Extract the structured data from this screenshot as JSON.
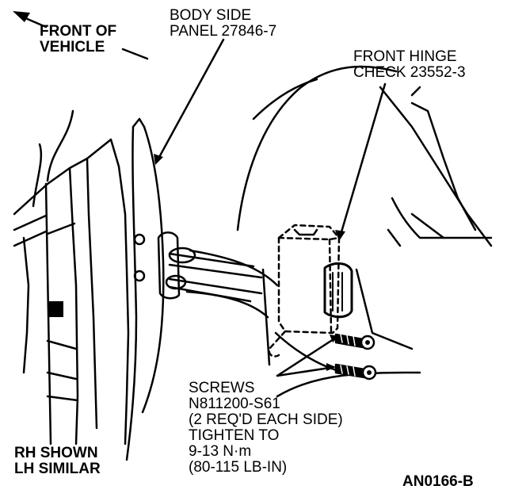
{
  "labels": {
    "front_of_vehicle": [
      "FRONT OF",
      "VEHICLE"
    ],
    "body_side_panel": [
      "BODY SIDE",
      "PANEL 27846-7"
    ],
    "front_hinge_check": [
      "FRONT HINGE",
      "CHECK 23552-3"
    ],
    "screws": [
      "SCREWS",
      "N811200-S61",
      "(2 REQ'D EACH SIDE)",
      "TIGHTEN TO",
      "9-13 N·m",
      "(80-115 LB-IN)"
    ],
    "rh_shown": [
      "RH SHOWN",
      "LH SIMILAR"
    ],
    "figure_id": "AN0166-B"
  },
  "colors": {
    "ink": "#000000",
    "paper": "#ffffff"
  }
}
